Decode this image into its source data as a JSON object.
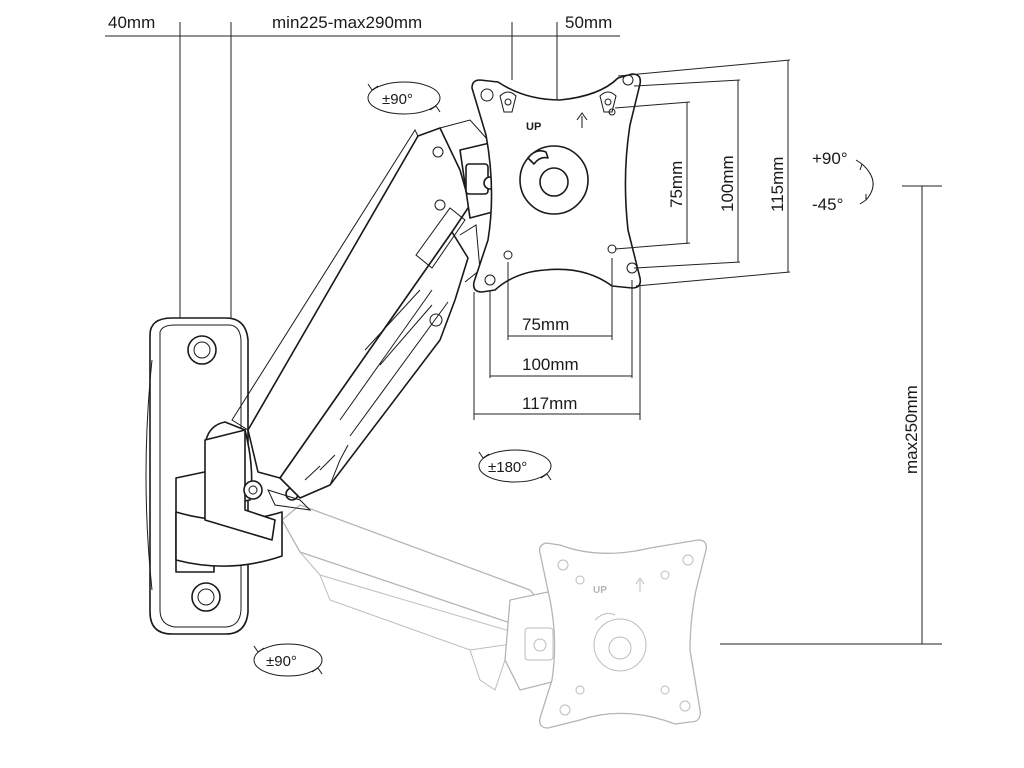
{
  "dimensions": {
    "wall_offset": "40mm",
    "arm_reach": "min225-max290mm",
    "plate_offset": "50mm",
    "vesa_h_75": "75mm",
    "vesa_h_100": "100mm",
    "plate_w_117": "117mm",
    "vesa_v_75": "75mm",
    "vesa_v_100": "100mm",
    "plate_h_115": "115mm",
    "height_travel": "max250mm"
  },
  "rotations": {
    "plate_swivel": "±90°",
    "arm_swivel": "±180°",
    "base_swivel": "±90°",
    "tilt_up": "+90°",
    "tilt_down": "-45°"
  },
  "plate_markings": {
    "up_text": "UP",
    "ghost_up_text": "UP"
  },
  "colors": {
    "line": "#1a1a1a",
    "ghost_line": "#b5b5b5",
    "background": "#ffffff"
  }
}
